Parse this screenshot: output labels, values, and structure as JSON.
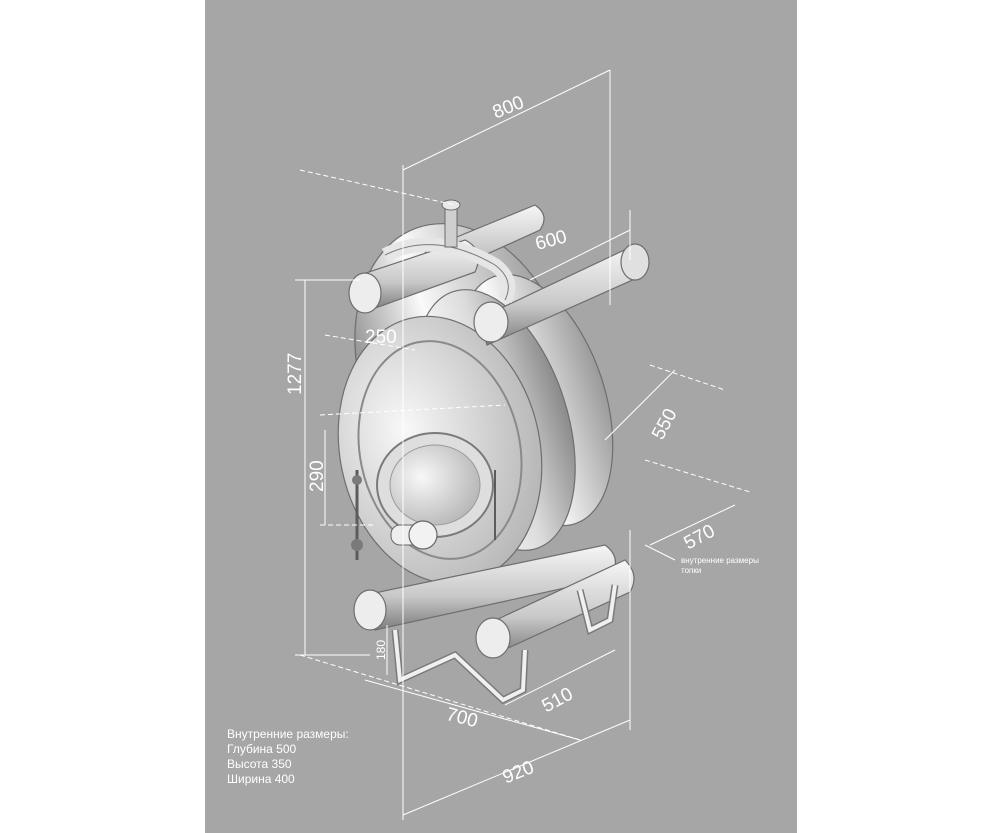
{
  "figure": {
    "description_in_image": "",
    "dimensions": {
      "d800": "800",
      "d600": "600",
      "d250": "250",
      "d1277": "1277",
      "d550": "550",
      "d290": "290",
      "d570": "570",
      "d180": "180",
      "d510": "510",
      "d700": "700",
      "d920": "920"
    },
    "note_line1": "внутренние размеры",
    "note_line2": "топки",
    "legend": {
      "title": "Внутренние размеры:",
      "depth": "Глубина 500",
      "height": "Высота  350",
      "width": "Ширина 400"
    }
  },
  "colors": {
    "background": "#a6a6a6",
    "lines": "#ffffff",
    "metal_light": "#f2f2f2",
    "metal_dark": "#7a7a7a"
  }
}
